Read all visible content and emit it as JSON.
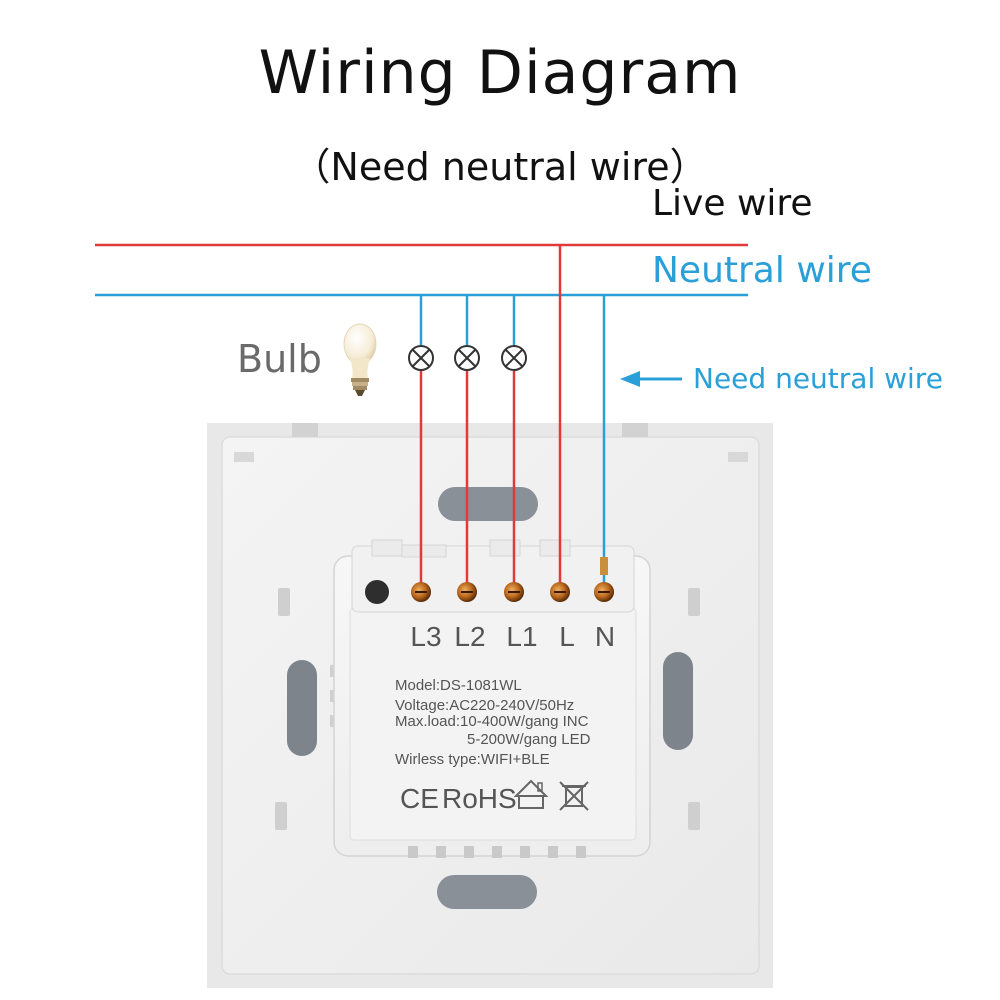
{
  "title": "Wiring Diagram",
  "subtitle": "（Need neutral wire）",
  "wires": {
    "live_label": "Live wire",
    "neutral_label": "Neutral wire",
    "live_color": "#e23a3a",
    "neutral_color": "#2a9fd8"
  },
  "bulb_label": "Bulb",
  "need_neutral_label": "Need neutral wire",
  "terminals": [
    "L3",
    "L2",
    "L1",
    "L",
    "N"
  ],
  "specs": {
    "model": "Model:DS-1081WL",
    "voltage": "Voltage:AC220-240V/50Hz",
    "max_load_inc": "Max.load:10-400W/gang  INC",
    "max_load_led": "5-200W/gang  LED",
    "wireless": "Wirless type:WIFI+BLE"
  },
  "marks": {
    "ce": "CE",
    "rohs": "RoHS"
  }
}
